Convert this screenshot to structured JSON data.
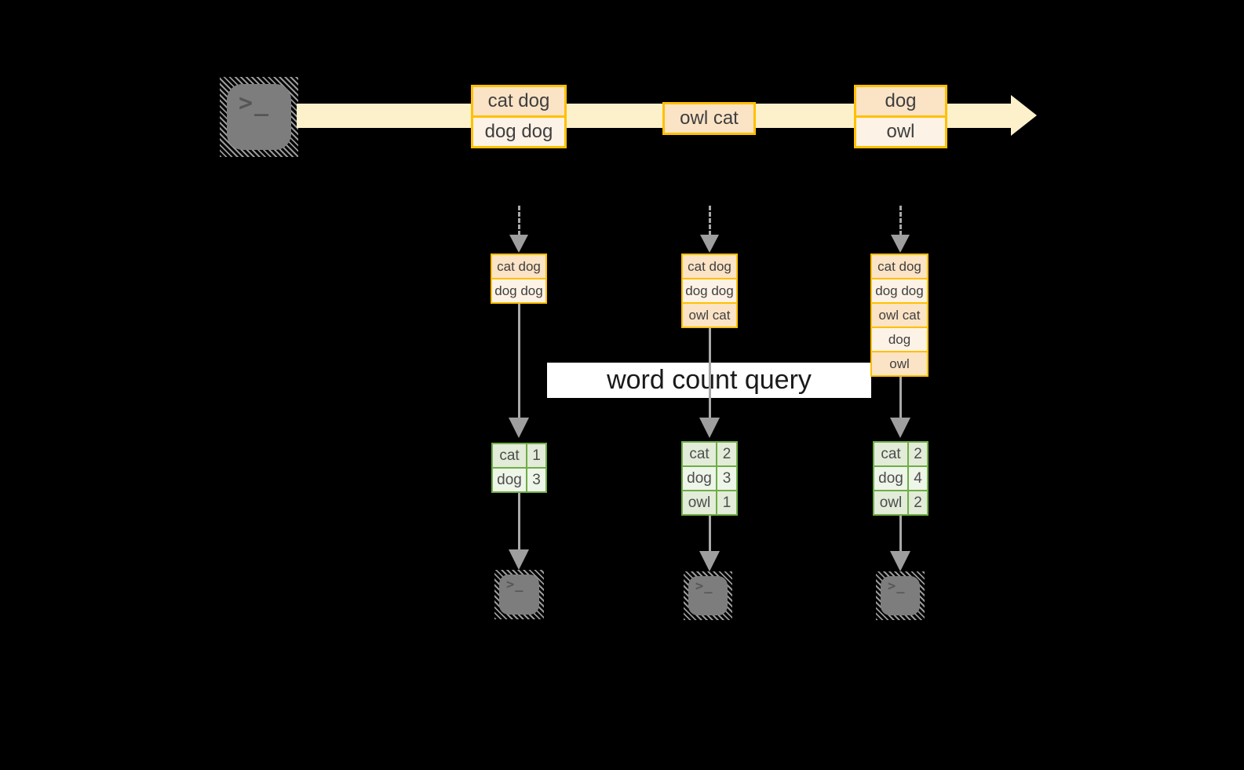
{
  "query": {
    "label": "word count query"
  },
  "terminal": {
    "glyph": ">_",
    "icon": "terminal-icon"
  },
  "colors": {
    "background": "#000000",
    "stream_fill": "#fcf1ca",
    "batch_border": "#ffc000",
    "batch_row_dark": "#fbe3c6",
    "batch_row_light": "#fdf2e6",
    "count_border": "#70ad47",
    "count_row_dark": "#e2ecd9",
    "count_row_light": "#eef5e9",
    "connector_gray": "#a8a8a8",
    "terminal_gray": "#7d7d7d"
  },
  "stream": {
    "batches": [
      {
        "lines": [
          "cat dog",
          "dog dog"
        ]
      },
      {
        "lines": [
          "owl cat"
        ]
      },
      {
        "lines": [
          "dog",
          "owl"
        ]
      }
    ]
  },
  "columns": [
    {
      "accumulated": [
        "cat dog",
        "dog dog"
      ],
      "counts": [
        [
          "cat",
          "1"
        ],
        [
          "dog",
          "3"
        ]
      ]
    },
    {
      "accumulated": [
        "cat dog",
        "dog dog",
        "owl cat"
      ],
      "counts": [
        [
          "cat",
          "2"
        ],
        [
          "dog",
          "3"
        ],
        [
          "owl",
          "1"
        ]
      ]
    },
    {
      "accumulated": [
        "cat dog",
        "dog dog",
        "owl cat",
        "dog",
        "owl"
      ],
      "counts": [
        [
          "cat",
          "2"
        ],
        [
          "dog",
          "4"
        ],
        [
          "owl",
          "2"
        ]
      ]
    }
  ]
}
